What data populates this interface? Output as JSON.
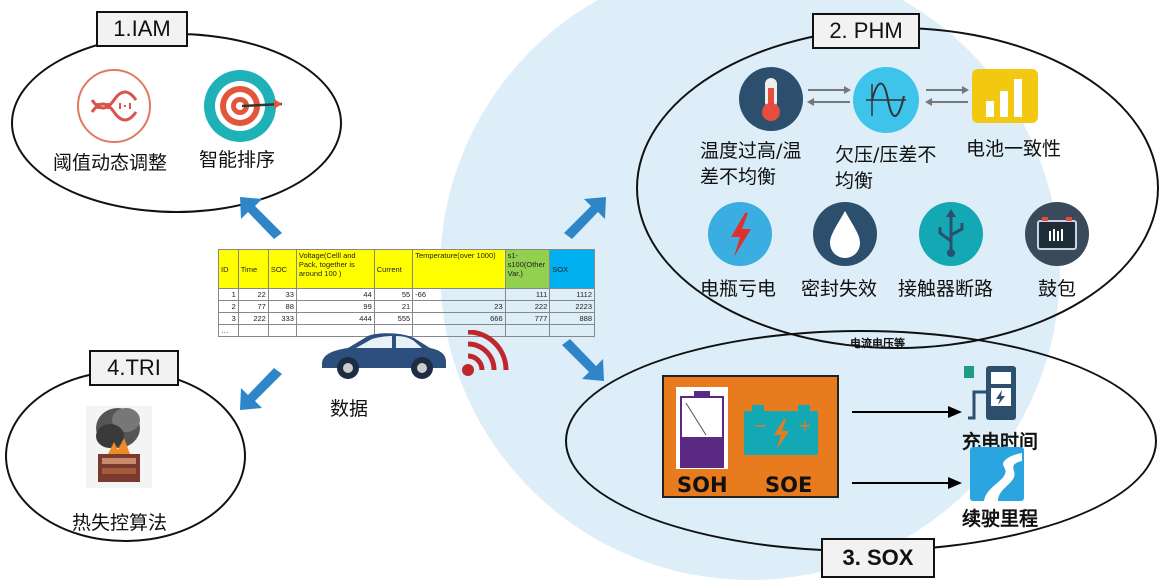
{
  "iam": {
    "label": "1.IAM",
    "items": [
      "阈值动态调整",
      "智能排序"
    ]
  },
  "phm": {
    "label": "2. PHM",
    "items": [
      "温度过高/温差不均衡",
      "欠压/压差不均衡",
      "电池一致性",
      "电瓶亏电",
      "密封失效",
      "接触器断路",
      "鼓包"
    ],
    "items_display": {
      "temp_line1": "温度过高/温",
      "temp_line2": "差不均衡",
      "uv_line1": "欠压/压差不",
      "uv_line2": "均衡"
    }
  },
  "sox": {
    "label": "3. SOX",
    "top_note": "电流电压等",
    "soh": "SOH",
    "soe": "SOE",
    "outputs": [
      "充电时间",
      "续驶里程"
    ]
  },
  "tri": {
    "label": "4.TRI",
    "caption": "热失控算法"
  },
  "center": {
    "data_label": "数据"
  },
  "table": {
    "headers": [
      "ID",
      "Time",
      "SOC",
      "Voltage(Celll and Pack, together is around 100 )",
      "Current",
      "Temperature(over 1000)",
      "s1-s100(Other Var.)",
      "SOX"
    ],
    "rows": [
      [
        "1",
        "22",
        "33",
        "44",
        "55",
        "-66",
        "111",
        "1112"
      ],
      [
        "2",
        "77",
        "88",
        "99",
        "21",
        "23",
        "222",
        "2223"
      ],
      [
        "3",
        "222",
        "333",
        "444",
        "555",
        "666",
        "777",
        "888"
      ],
      [
        "…",
        "",
        "",
        "",
        "",
        "",
        "",
        ""
      ]
    ]
  },
  "colors": {
    "bg_circle": "#ddeef8",
    "arrow": "#2e86c9",
    "sox_box": "#e87b1e",
    "teal": "#14a8b4",
    "navy": "#2d4f6e",
    "wireless": "#c0272d"
  }
}
